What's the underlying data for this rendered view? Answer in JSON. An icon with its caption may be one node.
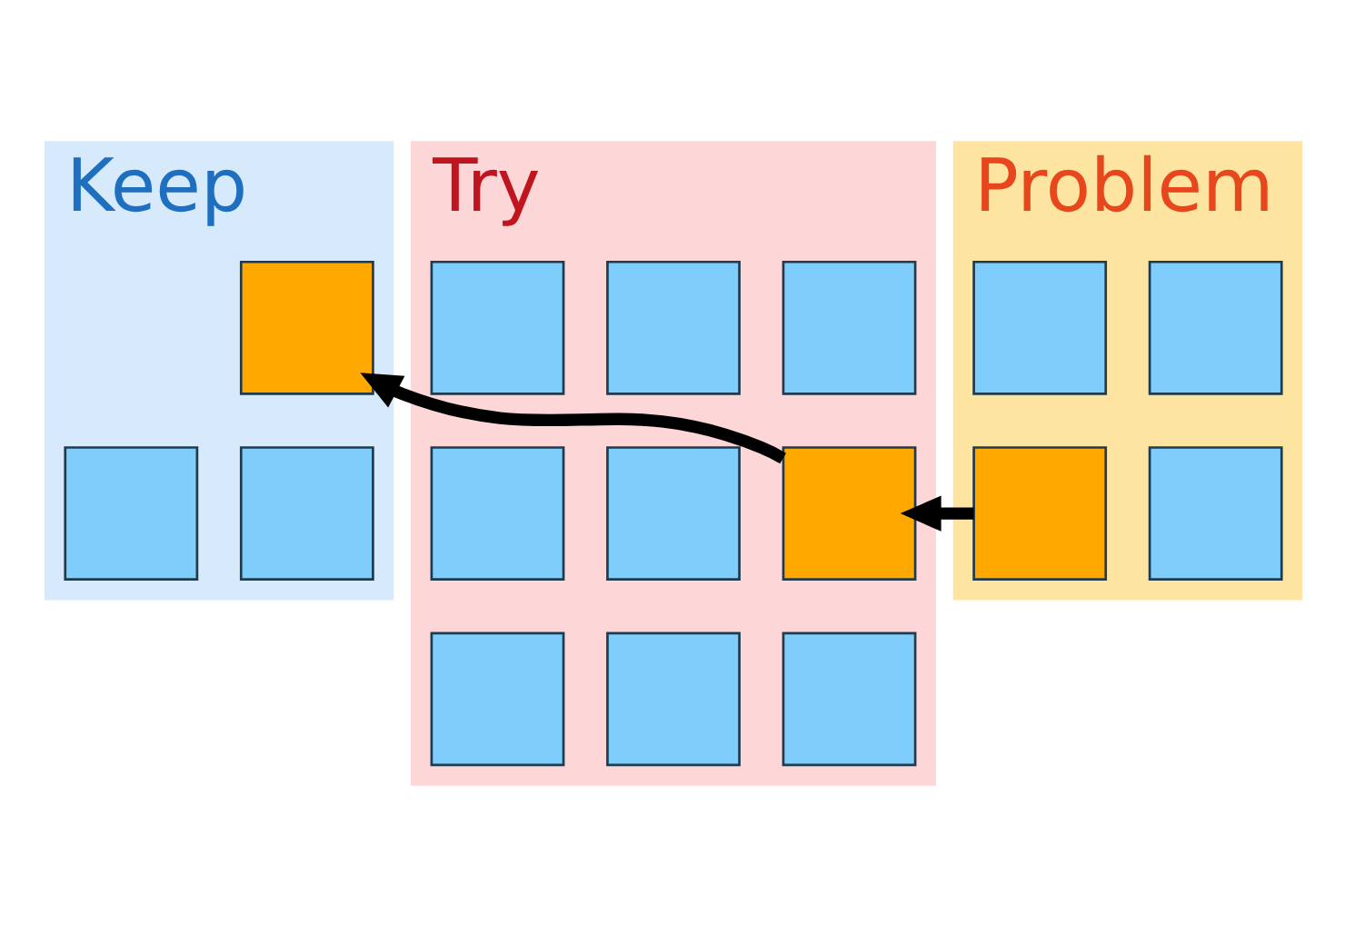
{
  "diagram": {
    "nodes": [
      {
        "text": [
          "Keep"
        ]
      },
      {
        "text": [],
        "shape": "box",
        "in": 0
      },
      {
        "text": [],
        "shape": "box",
        "in": 0
      },
      {
        "text": [],
        "shape": "box",
        "in": 0
      },
      {
        "text": [
          "Problem"
        ]
      },
      {
        "text": [],
        "shape": "box",
        "in": 4
      },
      {
        "text": [],
        "shape": "box",
        "in": 4
      },
      {
        "text": [],
        "shape": "box",
        "in": 4
      },
      {
        "text": [],
        "shape": "box",
        "in": 4
      },
      {
        "text": [
          "Try"
        ]
      },
      {
        "text": [],
        "shape": "box",
        "in": 9
      },
      {
        "text": [],
        "shape": "box",
        "in": 9
      },
      {
        "text": [],
        "shape": "box",
        "in": 9
      },
      {
        "text": [],
        "shape": "box",
        "in": 9
      },
      {
        "text": [],
        "shape": "box",
        "in": 9
      },
      {
        "text": [],
        "shape": "box",
        "in": 9
      },
      {
        "text": [],
        "shape": "box",
        "in": 9
      },
      {
        "text": [],
        "shape": "box",
        "in": 9
      },
      {
        "text": [],
        "shape": "box",
        "in": 9
      }
    ],
    "edges": [
      {
        "from": 8,
        "to": 13,
        "arrow": "to"
      },
      {
        "from": 13,
        "to": 1,
        "arrow": "to"
      }
    ]
  }
}
